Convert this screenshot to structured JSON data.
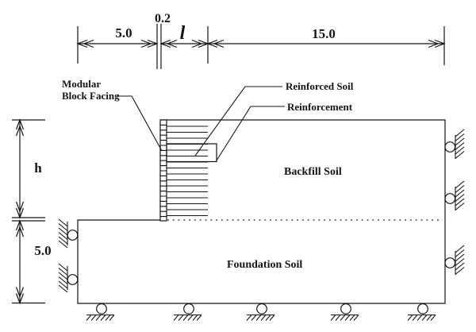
{
  "figure": {
    "kind": "reinforced-soil-wall-numerical-model-schematic",
    "background_color": "#ffffff",
    "line_color": "#141414"
  },
  "dimensions": {
    "left_offset": "5.0",
    "facing_thickness": "0.2",
    "reinforcement_length": "l",
    "backfill_width": "15.0",
    "wall_height": "h",
    "foundation_depth": "5.0"
  },
  "labels": {
    "modular_block_facing_line1": "Modular",
    "modular_block_facing_line2": "Block Facing",
    "reinforced_soil": "Reinforced Soil",
    "reinforcement": "Reinforcement",
    "backfill_soil": "Backfill Soil",
    "foundation_soil": "Foundation Soil"
  }
}
